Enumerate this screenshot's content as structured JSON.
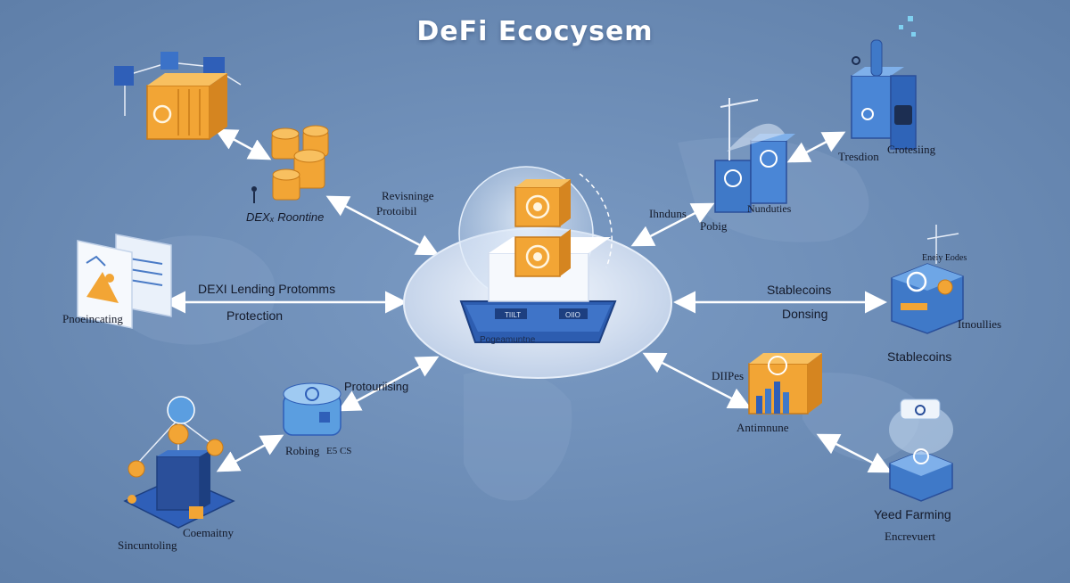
{
  "title": "DeFi Ecocysem",
  "colors": {
    "background": "#6d8cb4",
    "orange": "#f0a030",
    "blue": "#3f79c8",
    "navy": "#2a4f9a",
    "hub_light": "#e3ecf8"
  },
  "hub": {
    "label": "Pogeamuntne",
    "badge_left": "TIILT",
    "badge_right": "OIIO"
  },
  "nodes": {
    "top_left": {
      "label": "DEXₓ Roontine"
    },
    "top_right": {
      "label_left": "Tresdion",
      "label_right": "Crotesiing"
    },
    "mid_left": {
      "label": "Pnoeincating"
    },
    "mid_right": {
      "label_top": "Eneiy Eodes",
      "label_bottom": "Stablecoins",
      "label_side": "Itnoullies"
    },
    "bottom_left": {
      "label_left": "Sincuntoling",
      "label_right": "Coemaitny"
    },
    "bottom_right": {
      "label_top": "Yeed Farming",
      "label_bottom": "Encrevuert"
    },
    "inner_top_right": {
      "label_left": "Pobig",
      "label_right": "Nunduties"
    },
    "inner_bottom_left": {
      "label_left": "Robing",
      "label_right": "E5 CS"
    },
    "inner_bottom_right": {
      "label": "Antimnune"
    }
  },
  "connectors": {
    "upper_left": {
      "line1": "Revisninge",
      "line2": "Protoibil"
    },
    "middle_left": {
      "line1": "DEXI Lending Protomms",
      "line2": "Protection"
    },
    "lower_left": {
      "label": "Protouriising"
    },
    "upper_right": {
      "label": "Ihnduns"
    },
    "middle_right": {
      "line1": "Stablecoins",
      "line2": "Donsing"
    },
    "lower_right": {
      "label": "DIIPes"
    }
  }
}
